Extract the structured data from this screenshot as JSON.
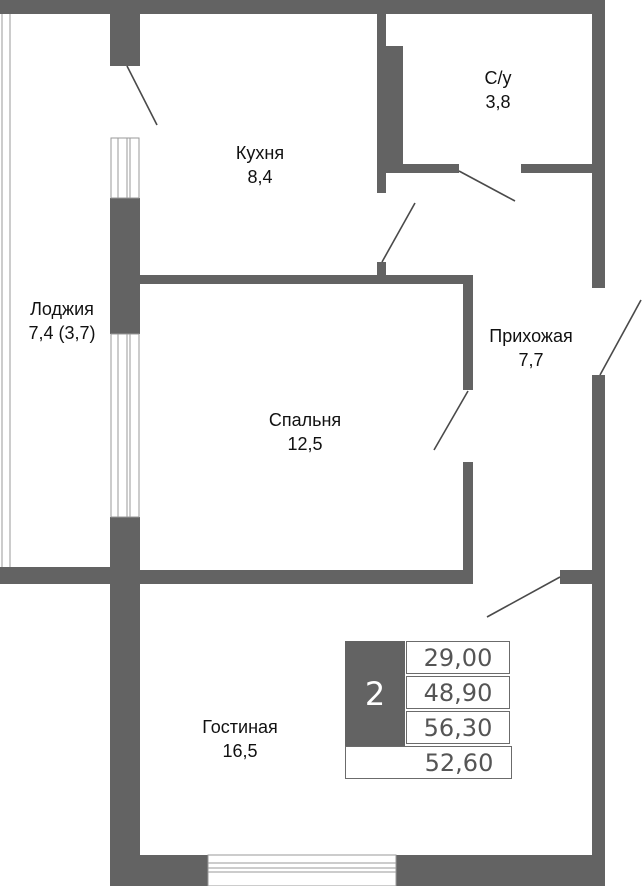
{
  "plan": {
    "rooms": [
      {
        "id": "kitchen",
        "name": "Кухня",
        "area": "8,4"
      },
      {
        "id": "bathroom",
        "name": "С/у",
        "area": "3,8"
      },
      {
        "id": "loggia",
        "name": "Лоджия",
        "area": "7,4 (3,7)"
      },
      {
        "id": "hallway",
        "name": "Прихожая",
        "area": "7,7"
      },
      {
        "id": "bedroom",
        "name": "Спальня",
        "area": "12,5"
      },
      {
        "id": "living",
        "name": "Гостиная",
        "area": "16,5"
      }
    ],
    "summary": {
      "rooms_count": "2",
      "living_area": "29,00",
      "area_without_loggia": "48,90",
      "total_area": "56,30",
      "reduced_area": "52,60"
    },
    "colors": {
      "wall": "#636363",
      "window_frame": "#9a9a9a",
      "text": "#111111",
      "summary_text": "#555555"
    }
  }
}
